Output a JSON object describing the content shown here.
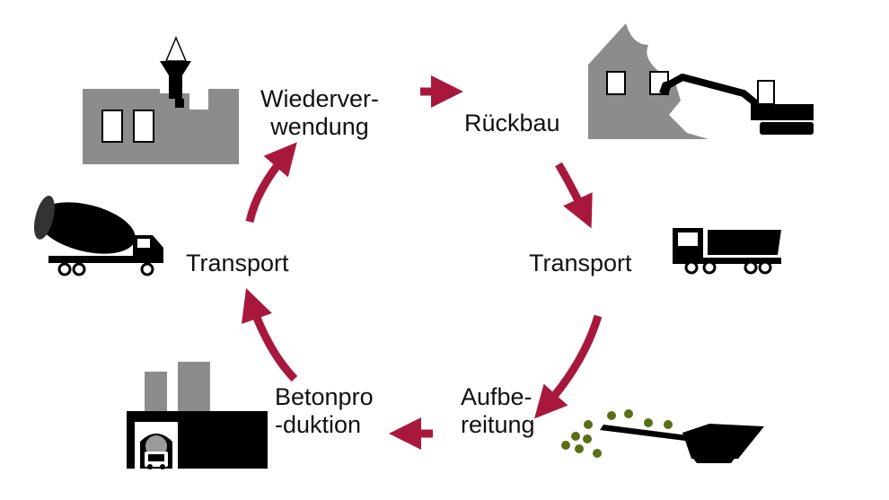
{
  "colors": {
    "arrow": "#a8183c",
    "gray": "#8c8c8c",
    "black": "#000000",
    "aggregate": "#5a6e16"
  },
  "stages": {
    "reuse": {
      "lines": [
        "Wiederver-",
        "wendung"
      ]
    },
    "demolition": {
      "lines": [
        "Rückbau"
      ]
    },
    "transport_right": {
      "lines": [
        "Transport"
      ]
    },
    "processing": {
      "lines": [
        "Aufbe-",
        "reitung"
      ]
    },
    "production": {
      "lines": [
        "Betonpro",
        "-duktion"
      ]
    },
    "transport_left": {
      "lines": [
        "Transport"
      ]
    }
  },
  "icons": [
    "reused-building-icon",
    "demolished-house-icon",
    "excavator-icon",
    "dump-truck-icon",
    "crusher-icon",
    "concrete-plant-icon",
    "mixer-truck-icon"
  ]
}
